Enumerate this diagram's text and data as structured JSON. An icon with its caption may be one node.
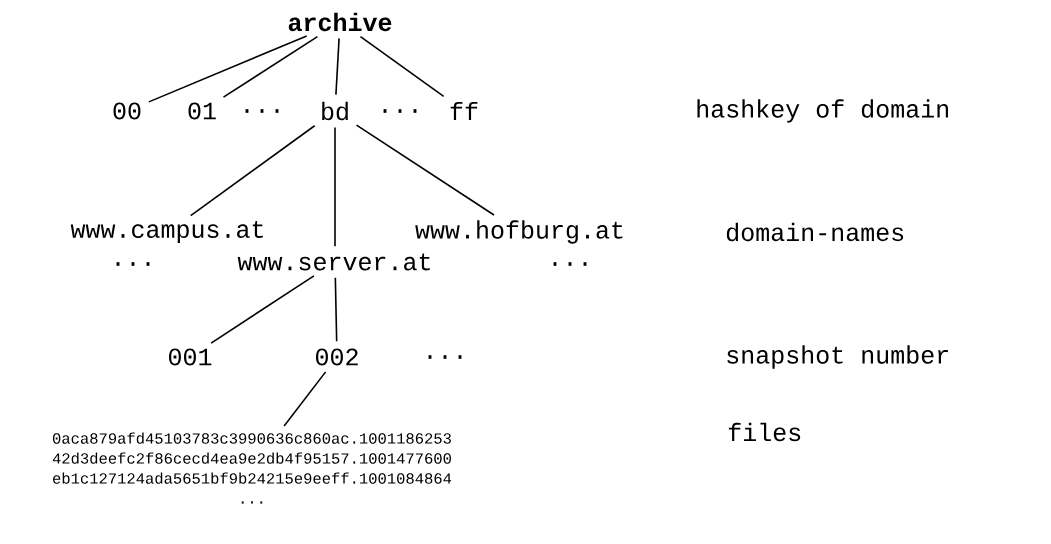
{
  "diagram": {
    "nodes": [
      {
        "text": [
          "archive"
        ]
      },
      {
        "text": [
          "00"
        ]
      },
      {
        "text": [
          "01"
        ]
      },
      {
        "text": [
          "bd"
        ]
      },
      {
        "text": [
          "ff"
        ]
      },
      {
        "text": [
          "www.campus.at"
        ]
      },
      {
        "text": [
          "www.server.at"
        ]
      },
      {
        "text": [
          "www.hofburg.at"
        ]
      },
      {
        "text": [
          "001"
        ]
      },
      {
        "text": [
          "002"
        ]
      },
      {
        "text": [
          "0aca879afd45103783c3990636c860ac.1001186253",
          "42d3deefc2f86cecd4ea9e2db4f95157.1001477600",
          "eb1c127124ada5651bf9b24215e9eeff.1001084864",
          "..."
        ]
      }
    ],
    "edges": [
      {
        "from": 0,
        "to": 1,
        "arrow": "none"
      },
      {
        "from": 0,
        "to": 2,
        "arrow": "none"
      },
      {
        "from": 0,
        "to": 3,
        "arrow": "none"
      },
      {
        "from": 0,
        "to": 4,
        "arrow": "none"
      },
      {
        "from": 3,
        "to": 5,
        "arrow": "none"
      },
      {
        "from": 3,
        "to": 6,
        "arrow": "none"
      },
      {
        "from": 3,
        "to": 7,
        "arrow": "none"
      },
      {
        "from": 6,
        "to": 8,
        "arrow": "none"
      },
      {
        "from": 6,
        "to": 9,
        "arrow": "none"
      },
      {
        "from": 9,
        "to": 10,
        "arrow": "none"
      }
    ],
    "labels": [
      "...",
      "...",
      "hashkey of domain",
      "domain-names",
      "...",
      "...",
      "snapshot number",
      "...",
      "files"
    ]
  }
}
